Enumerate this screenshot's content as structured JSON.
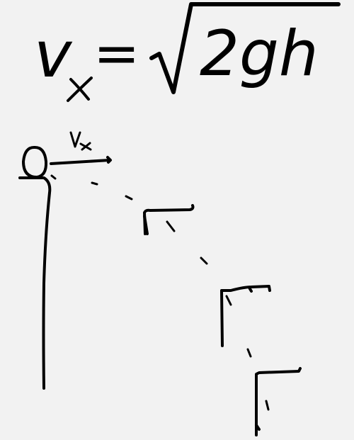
{
  "equation": {
    "lhs_var": "v",
    "lhs_sub": "x",
    "equals": "=",
    "radicand": "2gh"
  },
  "sketch_label": {
    "var": "v",
    "sub": "x"
  },
  "colors": {
    "background": "#f2f2f2",
    "ink": "#000000"
  }
}
